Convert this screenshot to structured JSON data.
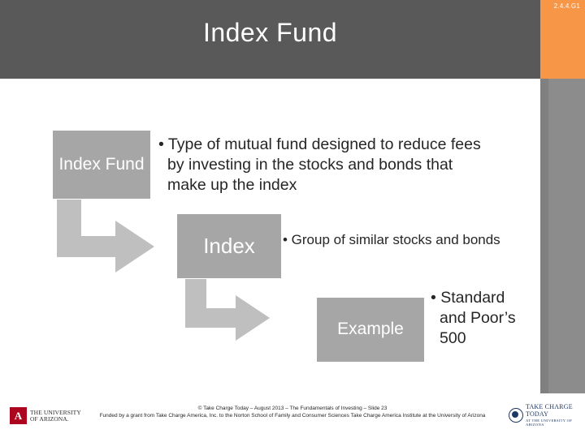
{
  "header": {
    "title": "Index Fund",
    "slide_code": "2.4.4.G1",
    "band_color": "#595959",
    "accent_color": "#f79646"
  },
  "boxes": [
    {
      "id": "index-fund",
      "label": "Index Fund"
    },
    {
      "id": "index",
      "label": "Index"
    },
    {
      "id": "example",
      "label": "Example"
    }
  ],
  "bullets": [
    {
      "id": "bullet-1",
      "text": "• Type of mutual fund designed to reduce fees by investing in the stocks and bonds that make up the index"
    },
    {
      "id": "bullet-2",
      "text": "• Group of similar stocks and bonds"
    },
    {
      "id": "bullet-3",
      "text": "• Standard and Poor’s 500"
    }
  ],
  "footer": {
    "line1": "© Take Charge Today – August 2013 – The Fundamentals of Investing – Slide 23",
    "line2": "Funded by a grant from Take Charge America, Inc. to the Norton School of Family and Consumer Sciences Take Charge America Institute at the University of Arizona",
    "university_logo": {
      "mark": "A",
      "line1": "THE UNIVERSITY",
      "line2": "OF ARIZONA."
    },
    "program_logo": {
      "line1": "TAKE CHARGE TODAY",
      "line2": "AT THE UNIVERSITY OF ARIZONA"
    }
  },
  "colors": {
    "box_gray": "#a6a6a6",
    "arrow_gray": "#bfbfbf",
    "side_bar": "#8c8c8c",
    "text_dark": "#262626"
  }
}
